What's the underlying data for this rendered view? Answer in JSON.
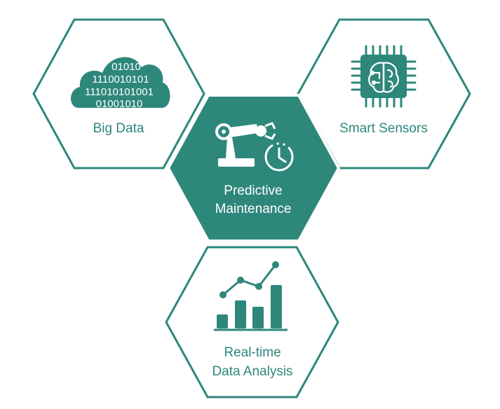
{
  "colors": {
    "teal": "#2e877b",
    "white": "#ffffff"
  },
  "nodes": {
    "big_data": {
      "label": "Big Data",
      "icon": "cloud-binary-icon",
      "bits": [
        "01010",
        "1110010101",
        "111010101001",
        "01001010"
      ]
    },
    "smart_sensors": {
      "label": "Smart Sensors",
      "icon": "chip-brain-icon"
    },
    "predictive": {
      "line1": "Predictive",
      "line2": "Maintenance",
      "icon": "robot-arm-clock-icon"
    },
    "realtime": {
      "line1": "Real-time",
      "line2": "Data Analysis",
      "icon": "bar-line-chart-icon"
    }
  }
}
